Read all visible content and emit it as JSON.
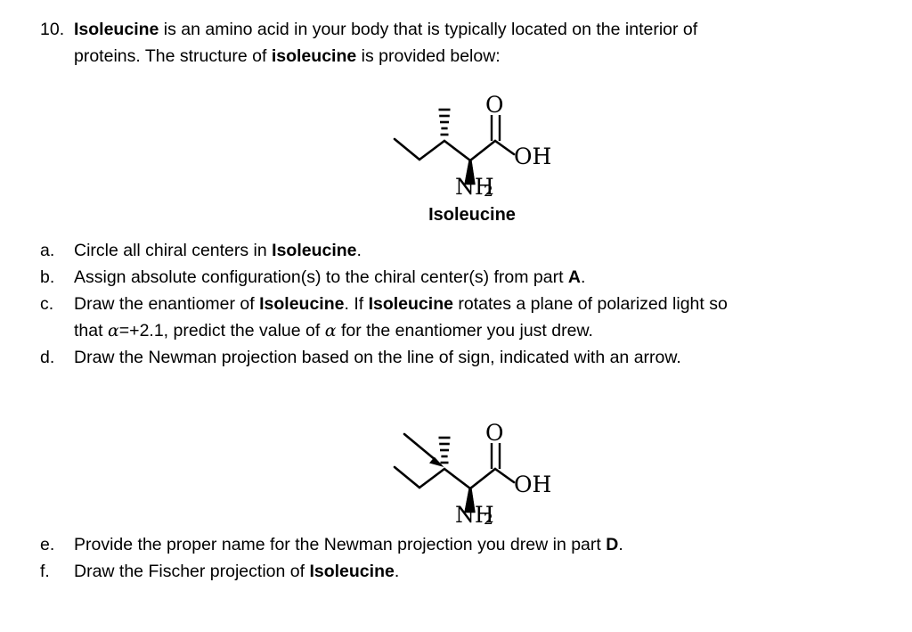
{
  "document": {
    "question_number": "10.",
    "intro_line1_pre": "",
    "intro_bold1": "Isoleucine",
    "intro_line1_post": " is an amino acid in your body that is typically located on the interior of",
    "intro_line2_pre": "proteins. The structure of ",
    "intro_bold2": "isoleucine",
    "intro_line2_post": " is provided below:"
  },
  "structure1": {
    "caption": "Isoleucine",
    "labels": {
      "oxygen": "O",
      "hydroxyl": "OH",
      "amine": "NH",
      "amine_sub": "2"
    }
  },
  "structure2": {
    "labels": {
      "oxygen": "O",
      "hydroxyl": "OH",
      "amine": "NH",
      "amine_sub": "2"
    },
    "annotation": "line-of-sight-arrow"
  },
  "items": [
    {
      "letter": "a.",
      "pre": "Circle all chiral centers in ",
      "bold": "Isoleucine",
      "post": "."
    },
    {
      "letter": "b.",
      "pre": "Assign absolute configuration(s) to the chiral center(s) from part ",
      "bold": "A",
      "post": "."
    },
    {
      "letter": "c.",
      "line1_pre": "Draw the enantiomer of ",
      "line1_bold1": "Isoleucine",
      "line1_mid": ". If ",
      "line1_bold2": "Isoleucine",
      "line1_post": " rotates a plane of polarized light so",
      "line2_pre": "that ",
      "line2_alpha1": "α",
      "line2_mid": "=+2.1, predict the value of ",
      "line2_alpha2": "α",
      "line2_post": " for the enantiomer you just drew."
    },
    {
      "letter": "d.",
      "pre": "Draw the Newman projection based on the line of sign, indicated with an arrow.",
      "bold": "",
      "post": ""
    },
    {
      "letter": "e.",
      "pre": "Provide the proper name for the Newman projection you drew in part ",
      "bold": "D",
      "post": "."
    },
    {
      "letter": "f.",
      "pre": "Draw the Fischer projection of ",
      "bold": "Isoleucine",
      "post": "."
    }
  ],
  "colors": {
    "ink": "#000000",
    "background": "#ffffff"
  }
}
